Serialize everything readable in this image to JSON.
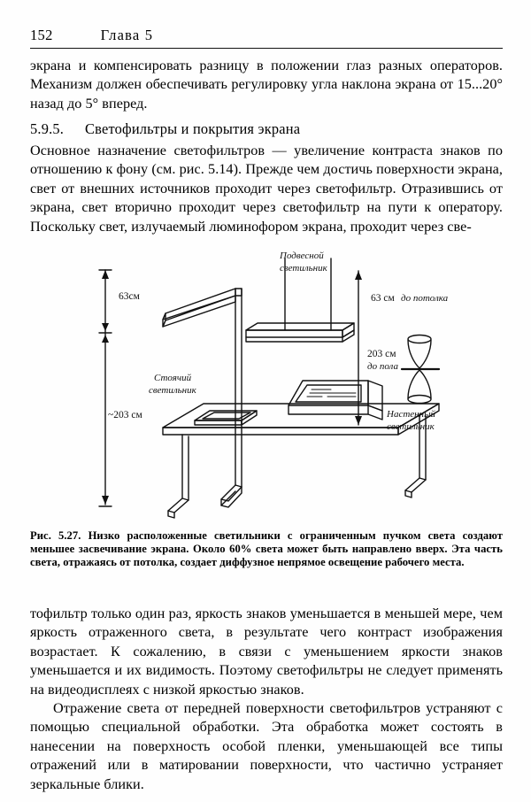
{
  "header": {
    "page_number": "152",
    "chapter": "Глава 5"
  },
  "body": {
    "paragraph_top": "экрана и компенсировать разницу  в положении глаз разных операторов. Механизм должен обеспечивать регулировку угла наклона экрана от 15...20° назад до 5° вперед.",
    "section_number": "5.9.5.",
    "section_title": "Светофильтры и покрытия экрана",
    "paragraph_intro": "Основное назначение светофильтров — увеличение  контраста знаков по отношению к фону (см. рис. 5.14). Прежде чем достичь поверхности экрана, свет от внешних источников проходит через светофильтр. Отразившись от экрана, свет вторично проходит через светофильтр на пути к оператору. Поскольку свет, излучаемый люминофором экрана, проходит через све-",
    "paragraph_after_figure": "тофильтр только один раз, яркость знаков уменьшается в меньшей мере, чем яркость отраженного света, в результате чего контраст изображения возрастает.  К сожалению,  в связи с уменьшением яркости знаков уменьшается  и их видимость. Поэтому светофильтры не следует применять на видеодисплеях с низкой яркостью знаков.",
    "paragraph_last": "Отражение света от передней поверхности  светофильтров устраняют с помощью специальной обработки. Эта обработка может состоять в нанесении на поверхность  особой пленки, уменьшающей все типы отражений или в матировании поверхности, что частично устраняет зеркальные блики."
  },
  "figure": {
    "caption_label": "Рис. 5.27.",
    "caption_text": "Низко расположенные светильники с ограниченным пучком света создают меньшее засвечивание экрана. Около 60% света может быть направлено вверх. Эта часть света, отражаясь от потолка, создает диффузное непрямое освещение рабочего места.",
    "labels": {
      "dim_top": "63см",
      "dim_bottom": "~203 см",
      "floor_lamp_line1": "Стоячий",
      "floor_lamp_line2": "светильник",
      "pendant_lamp_line1": "Подвесной",
      "pendant_lamp_line2": "светильник",
      "to_ceiling_value": "63 см",
      "to_ceiling_unit": "до потолка",
      "to_floor_value": "203 см",
      "to_floor_unit": "до пола",
      "wall_lamp_line1": "Настенный",
      "wall_lamp_line2": "светильник"
    }
  }
}
